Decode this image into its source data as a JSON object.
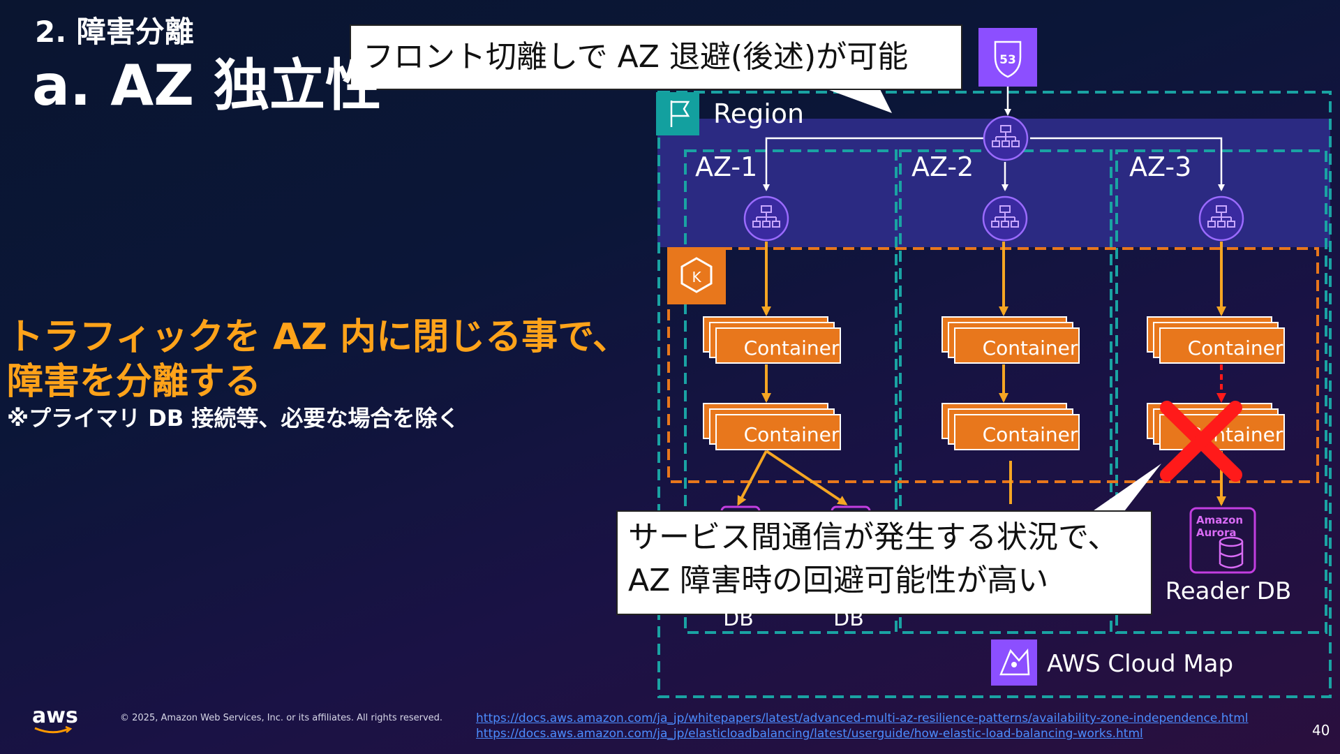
{
  "slide": {
    "section": "2. 障害分離",
    "title": "a. AZ 独立性",
    "headline_line1": "トラフィックを AZ 内に閉じる事で、",
    "headline_line2": "障害を分離する",
    "note": "※プライマリ DB 接続等、必要な場合を除く",
    "page_number": "40"
  },
  "diagram": {
    "callout_top": "フロント切離しで AZ 退避(後述)が可能",
    "callout_bottom_line1": "サービス間通信が発生する状況で、",
    "callout_bottom_line2": "AZ 障害時の回避可能性が高い",
    "region_label": "Region",
    "az_labels": [
      "AZ-1",
      "AZ-2",
      "AZ-3"
    ],
    "container_label": "Container",
    "route53_label": "53",
    "eks_label": "K",
    "aurora_label_line1": "Amazon",
    "aurora_label_line2": "Aurora",
    "reader_db_label": "Reader DB",
    "db_partial_labels": [
      "DB",
      "DB"
    ],
    "cloud_map_label": "AWS Cloud Map",
    "colors": {
      "teal": "#1aa3a3",
      "orange": "#e8771c",
      "arrow_yellow": "#f5a623",
      "purple": "#8c4fff",
      "red_x": "#ff1a1a",
      "band": "#2b2a82"
    }
  },
  "footer": {
    "aws_logo": "aws",
    "copyright": "© 2025, Amazon Web Services, Inc. or its affiliates. All rights reserved.",
    "link1": "https://docs.aws.amazon.com/ja_jp/whitepapers/latest/advanced-multi-az-resilience-patterns/availability-zone-independence.html",
    "link2": "https://docs.aws.amazon.com/ja_jp/elasticloadbalancing/latest/userguide/how-elastic-load-balancing-works.html"
  }
}
